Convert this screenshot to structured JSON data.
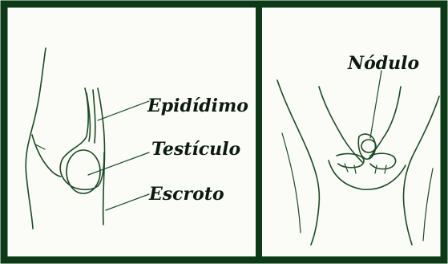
{
  "labels": {
    "epididimo": "Epidídimo",
    "testiculo": "Testículo",
    "escroto": "Escroto",
    "nodulo": "Nódulo"
  },
  "colors": {
    "frame": "#0c3a16",
    "line": "#1d4a24",
    "text": "#0d1a10",
    "background": "#fbfcf8"
  }
}
